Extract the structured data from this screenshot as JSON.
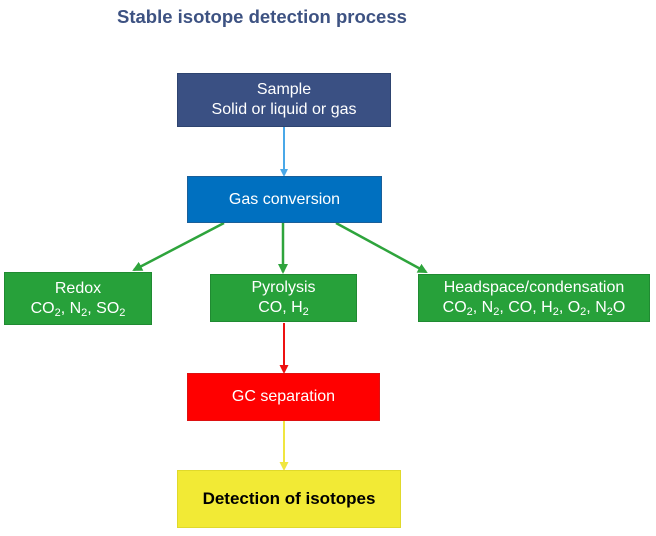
{
  "title": "Stable isotope detection process",
  "nodes": {
    "sample": {
      "line1": "Sample",
      "line2": "Solid or liquid or gas",
      "color": "#3a5083"
    },
    "gas_conversion": {
      "label": "Gas conversion",
      "color": "#0070c0"
    },
    "redox": {
      "label": "Redox",
      "gases": [
        {
          "base": "CO",
          "sub": "2",
          "sep": ", "
        },
        {
          "base": "N",
          "sub": "2",
          "sep": ", "
        },
        {
          "base": "SO",
          "sub": "2",
          "sep": ""
        }
      ],
      "color": "#27a13a"
    },
    "pyrolysis": {
      "label": "Pyrolysis",
      "gases": [
        {
          "base": "CO",
          "sub": "",
          "sep": ", "
        },
        {
          "base": "H",
          "sub": "2",
          "sep": ""
        }
      ],
      "color": "#27a13a"
    },
    "headspace": {
      "label": "Headspace/condensation",
      "gases": [
        {
          "base": "CO",
          "sub": "2",
          "sep": ", "
        },
        {
          "base": "N",
          "sub": "2",
          "sep": ", "
        },
        {
          "base": "CO",
          "sub": "",
          "sep": ", "
        },
        {
          "base": "H",
          "sub": "2",
          "sep": ", "
        },
        {
          "base": "O",
          "sub": "2",
          "sep": ", "
        },
        {
          "base": "N",
          "sub": "2",
          "post": "O",
          "sep": ""
        }
      ],
      "color": "#27a13a"
    },
    "gc_separation": {
      "label": "GC separation",
      "color": "#ff0000"
    },
    "detection": {
      "label": "Detection of isotopes",
      "color": "#f2ea35"
    }
  },
  "edges": [
    {
      "from": "sample",
      "to": "gas_conversion",
      "color": "#4aa8e8"
    },
    {
      "from": "gas_conversion",
      "to": "redox",
      "color": "#2ea43c"
    },
    {
      "from": "gas_conversion",
      "to": "pyrolysis",
      "color": "#2ea43c"
    },
    {
      "from": "gas_conversion",
      "to": "headspace",
      "color": "#2ea43c"
    },
    {
      "from": "pyrolysis",
      "to": "gc_separation",
      "color": "#ee1111"
    },
    {
      "from": "gc_separation",
      "to": "detection",
      "color": "#f0e640"
    }
  ]
}
